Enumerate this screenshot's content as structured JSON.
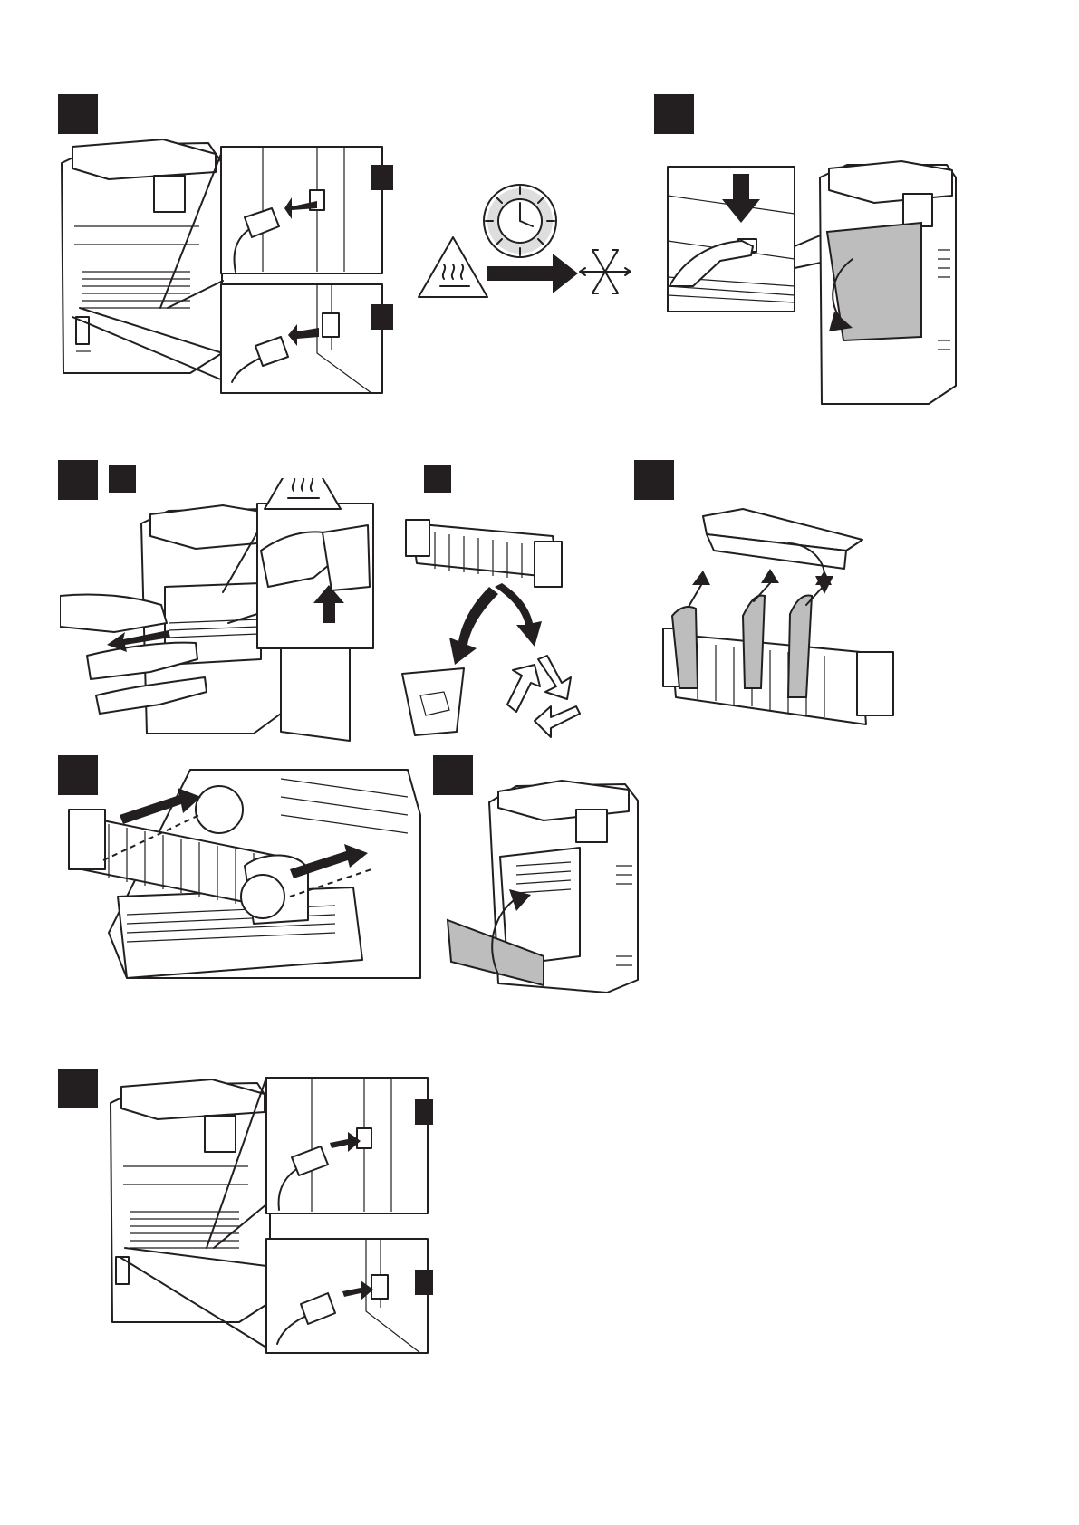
{
  "colors": {
    "ink": "#231f20",
    "paper": "#ffffff",
    "gray": "#bdbdbd"
  },
  "steps": [
    {
      "id": "step-1",
      "icons": [
        "printer-rear-icon",
        "network-cable-icon",
        "power-cord-icon"
      ]
    },
    {
      "id": "step-2",
      "icons": [
        "hot-surface-warning-icon",
        "clock-icon",
        "arrow-right-icon",
        "snowflake-icon"
      ]
    },
    {
      "id": "step-3",
      "icons": [
        "rear-door-latch-icon",
        "hand-icon",
        "arrow-down-icon"
      ]
    },
    {
      "id": "step-4",
      "icons": [
        "remove-fuser-icon",
        "hot-surface-warning-icon",
        "arrow-up-icon"
      ]
    },
    {
      "id": "step-4b",
      "icons": [
        "fuser-icon",
        "trash-bin-icon",
        "recycle-icon"
      ]
    },
    {
      "id": "step-5",
      "icons": [
        "packaging-tray-icon",
        "fuser-icon",
        "tape-strip-icon"
      ]
    },
    {
      "id": "step-6",
      "icons": [
        "insert-fuser-icon",
        "dashed-guide-icon"
      ]
    },
    {
      "id": "step-7",
      "icons": [
        "close-rear-door-icon",
        "curved-arrow-icon"
      ]
    },
    {
      "id": "step-8",
      "icons": [
        "printer-rear-icon",
        "network-cable-icon",
        "power-cord-icon"
      ]
    }
  ]
}
